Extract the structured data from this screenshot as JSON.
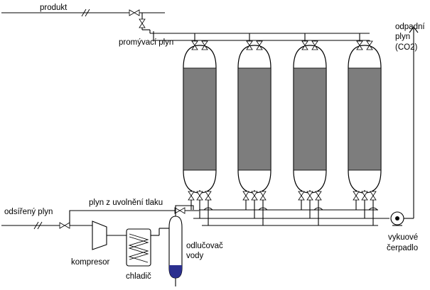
{
  "labels": {
    "product": "produkt",
    "purge_gas": "promývací plyn",
    "waste_gas_1": "odpadní",
    "waste_gas_2": "plyn",
    "waste_gas_3": "(CO2)",
    "desulfurized_gas": "odsířený plyn",
    "depressurization_gas": "plyn z uvolnění tlaku",
    "compressor": "kompresor",
    "cooler": "chladič",
    "separator_1": "odlučovač",
    "separator_2": "vody",
    "pump_1": "vykuové",
    "pump_2": "čerpadlo"
  },
  "colors": {
    "line": "#000000",
    "adsorbent_fill": "#7d7d7d",
    "water_level": "#2b2f8f",
    "background": "#ffffff"
  },
  "vessel_count": 4
}
